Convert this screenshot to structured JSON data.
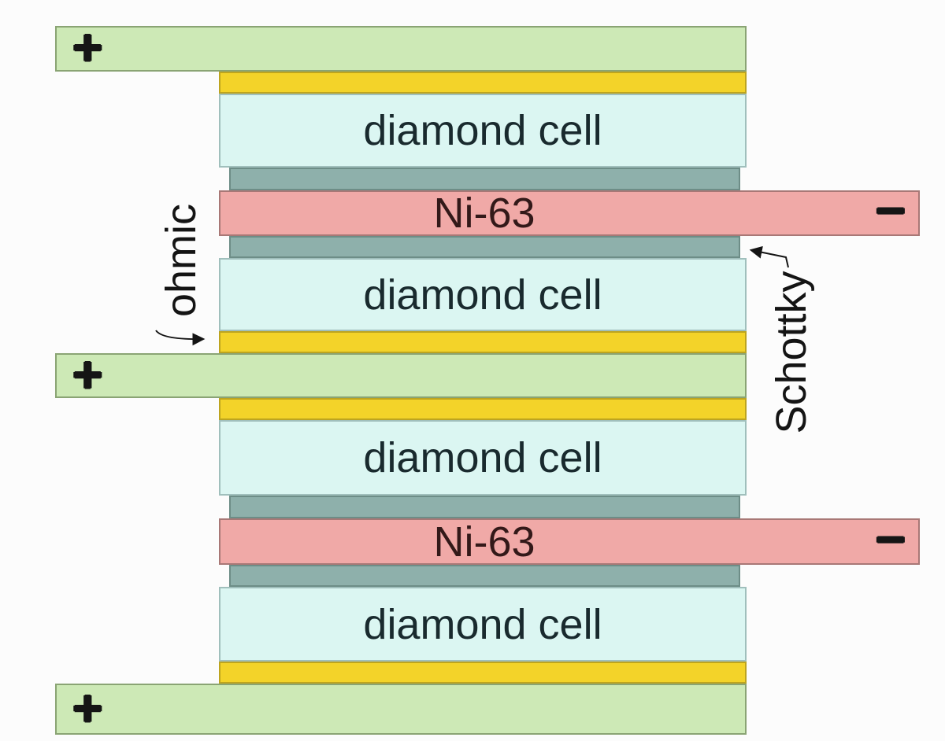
{
  "labels": {
    "diamond_cell": "diamond cell",
    "ni63": "Ni-63",
    "ohmic": "ohmic",
    "schottky": "Schottky",
    "plus": "+",
    "minus": "−"
  },
  "colors": {
    "electrode_green": "#cde9b6",
    "ohmic_yellow": "#f3d329",
    "diamond_cyan": "#dbf6f2",
    "schottky_gray": "#8eb0ab",
    "ni63_pink": "#f0a9a7",
    "background": "#fcfcfc",
    "text": "#1a1a1a"
  },
  "stack_order": [
    "positive electrode (+)",
    "ohmic contact",
    "diamond cell",
    "Schottky contact",
    "Ni-63 (−)",
    "Schottky contact",
    "diamond cell",
    "ohmic contact",
    "positive electrode (+)",
    "ohmic contact",
    "diamond cell",
    "Schottky contact",
    "Ni-63 (−)",
    "Schottky contact",
    "diamond cell",
    "ohmic contact",
    "positive electrode (+)"
  ]
}
